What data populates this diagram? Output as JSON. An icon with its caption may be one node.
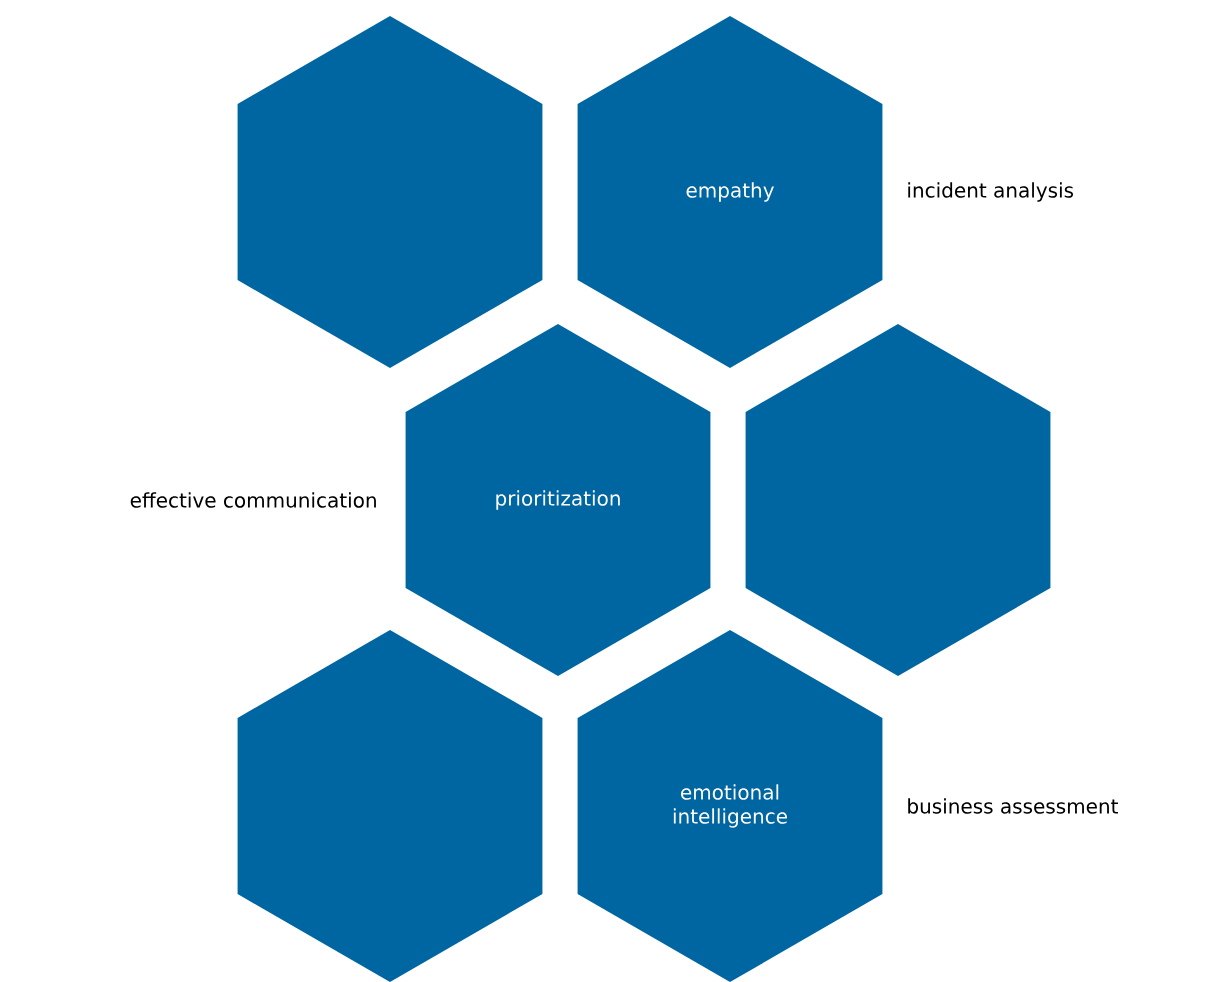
{
  "diagram": {
    "nodes": [
      {
        "text": [],
        "shape": "hexagon"
      },
      {
        "text": [
          "empathy"
        ],
        "beside": [
          "incident analysis"
        ]
      },
      {
        "text": [
          "prioritization"
        ],
        "beside": [
          "effective communication"
        ]
      },
      {
        "text": [],
        "shape": "hexagon"
      },
      {
        "text": [],
        "shape": "hexagon"
      },
      {
        "text": [
          "emotional intelligence"
        ],
        "beside": [
          "business assessment"
        ]
      }
    ]
  }
}
